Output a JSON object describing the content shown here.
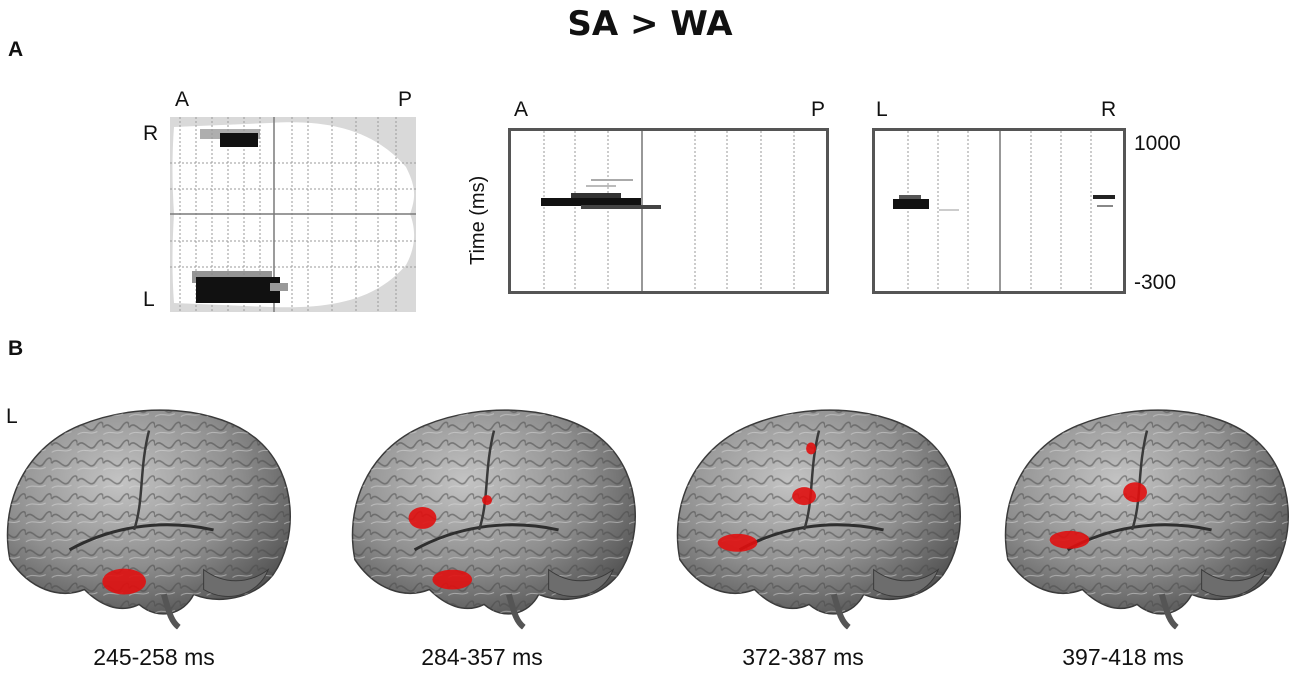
{
  "title": "SA > WA",
  "panelA": {
    "label": "A",
    "glass_brain": {
      "top_left": "A",
      "top_right": "P",
      "upper_side": "R",
      "lower_side": "L"
    },
    "sagittal_time": {
      "left": "A",
      "right": "P"
    },
    "coronal_time": {
      "left": "L",
      "right": "R"
    },
    "y_axis_label": "Time (ms)",
    "y_max": "1000",
    "y_min": "-300"
  },
  "panelB": {
    "label": "B",
    "hemisphere": "L",
    "windows": [
      "245-258 ms",
      "284-357 ms",
      "372-387 ms",
      "397-418 ms"
    ]
  },
  "colors": {
    "activation": "#e01010",
    "brain": "#8a8a8a",
    "frame": "#555555"
  }
}
